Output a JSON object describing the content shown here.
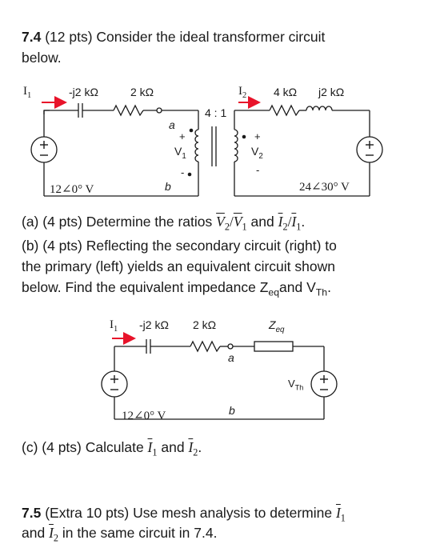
{
  "problem_7_4": {
    "number": "7.4",
    "points": "(12 pts) Consider the ideal transformer circuit",
    "line2": "below.",
    "part_a": {
      "prefix": "(a) (4 pts) Determine the ratios ",
      "v2": "V",
      "v2_sub": "2",
      "slash1": "/",
      "v1": "V",
      "v1_sub": "1",
      "and": " and ",
      "i2": "I",
      "i2_sub": "2",
      "slash2": "/",
      "i1": "I",
      "i1_sub": "1",
      "end": "."
    },
    "part_b": {
      "line1": "(b) (4 pts) Reflecting the secondary circuit (right) to",
      "line2": "the primary (left) yields an equivalent circuit shown",
      "line3_prefix": "below. Find the equivalent impedance Z",
      "zeq_sub": "eq",
      "and_v": "and V",
      "vth_sub": "Th",
      "end": "."
    },
    "part_c": {
      "prefix": "(c) (4 pts) Calculate ",
      "i1": "I",
      "i1_sub": "1",
      "and": " and ",
      "i2": "I",
      "i2_sub": "2",
      "end": "."
    }
  },
  "problem_7_5": {
    "number": "7.5",
    "line1_rest": "(Extra 10 pts) Use mesh analysis to determine ",
    "i1": "I",
    "i1_sub": "1",
    "line2_prefix": "and ",
    "i2": "I",
    "i2_sub": "2",
    "line2_rest": " in the same circuit in 7.4."
  },
  "circuit1": {
    "i1_label": "I",
    "i1_sub": "1",
    "cap_label": "-j2 kΩ",
    "res_label": "2 kΩ",
    "node_a": "a",
    "node_b": "b",
    "plus1": "+",
    "minus1": "-",
    "v1_label": "V",
    "v1_sub": "1",
    "ratio": "4 : 1",
    "i2_label": "I",
    "i2_sub": "2",
    "res2_label": "4 kΩ",
    "ind2_label": "j2 kΩ",
    "plus2": "+",
    "minus2": "-",
    "v2_label": "V",
    "v2_sub": "2",
    "source_left": "12∠0° V",
    "source_right": "24∠30° V"
  },
  "circuit2": {
    "i1_label": "I",
    "i1_sub": "1",
    "cap_label": "-j2 kΩ",
    "res_label": "2 kΩ",
    "zeq_label": "Z",
    "zeq_sub": "eq",
    "node_a": "a",
    "node_b": "b",
    "vth_label": "V",
    "vth_sub": "Th",
    "source_left": "12∠0° V"
  },
  "colors": {
    "arrow": "#e8132a",
    "text": "#1a1a1a"
  }
}
